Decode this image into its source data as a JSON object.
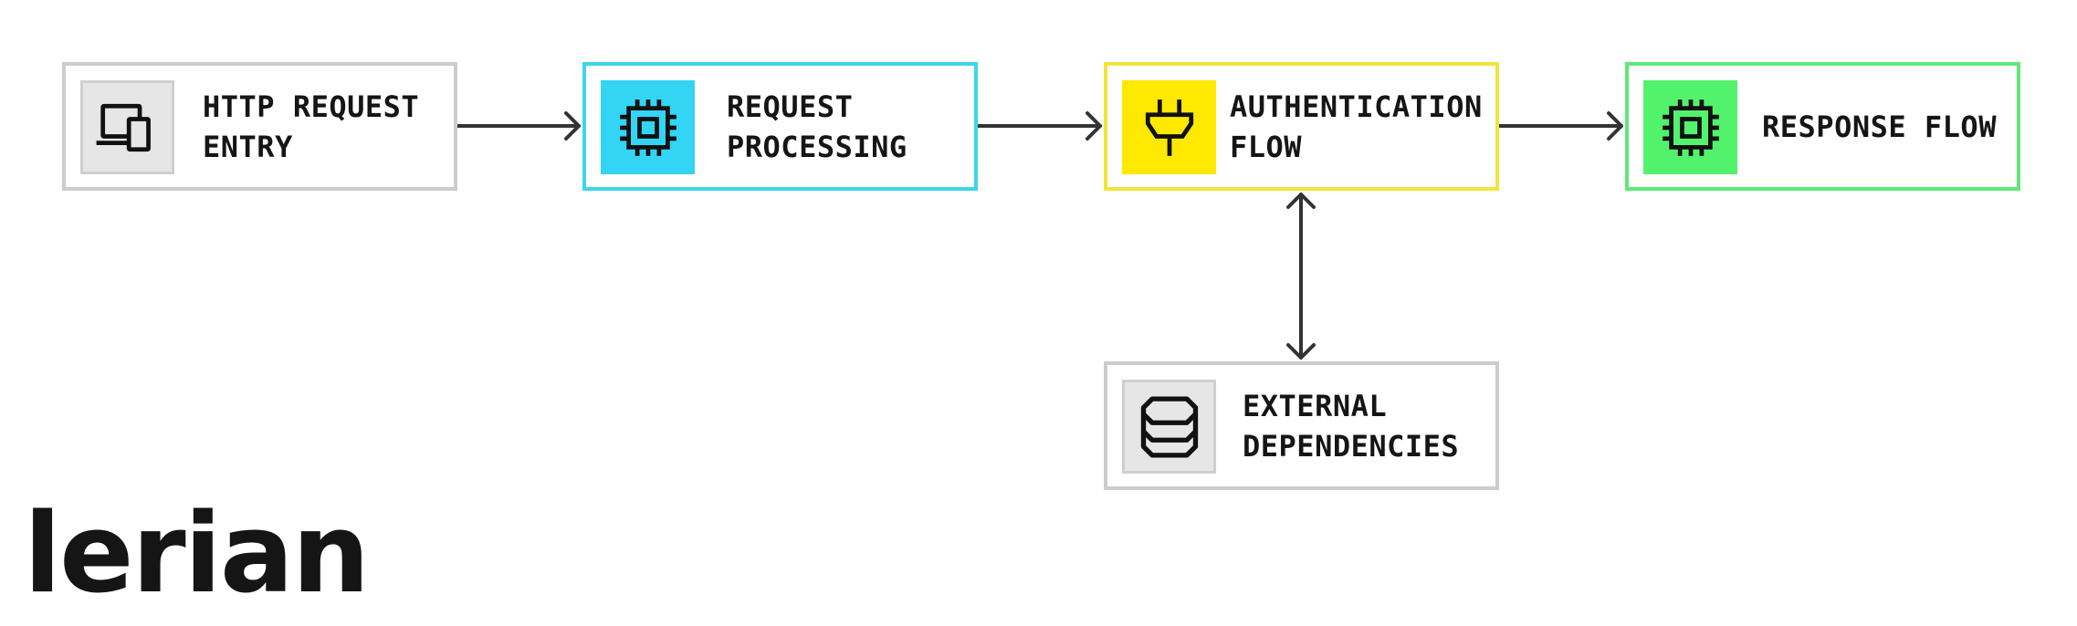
{
  "nodes": {
    "entry": {
      "line1": "HTTP REQUEST",
      "line2": "ENTRY",
      "icon": "devices-icon",
      "accent": "#cccccc"
    },
    "processing": {
      "line1": "REQUEST",
      "line2": "PROCESSING",
      "icon": "chip-icon",
      "accent": "#33d4f4"
    },
    "auth": {
      "line1": "AUTHENTICATION",
      "line2": "FLOW",
      "icon": "plug-icon",
      "accent": "#ffe900"
    },
    "response": {
      "line1": "RESPONSE FLOW",
      "icon": "chip-icon",
      "accent": "#53f26d"
    },
    "external": {
      "line1": "EXTERNAL",
      "line2": "DEPENDENCIES",
      "icon": "database-icon",
      "accent": "#cccccc"
    }
  },
  "connectors": [
    {
      "from": "entry",
      "to": "processing",
      "direction": "forward"
    },
    {
      "from": "processing",
      "to": "auth",
      "direction": "forward"
    },
    {
      "from": "auth",
      "to": "response",
      "direction": "forward"
    },
    {
      "from": "auth",
      "to": "external",
      "direction": "bidirectional"
    }
  ],
  "brand": {
    "logo_text": "lerian",
    "text_color": "#151515",
    "arrow_color": "#333333"
  }
}
